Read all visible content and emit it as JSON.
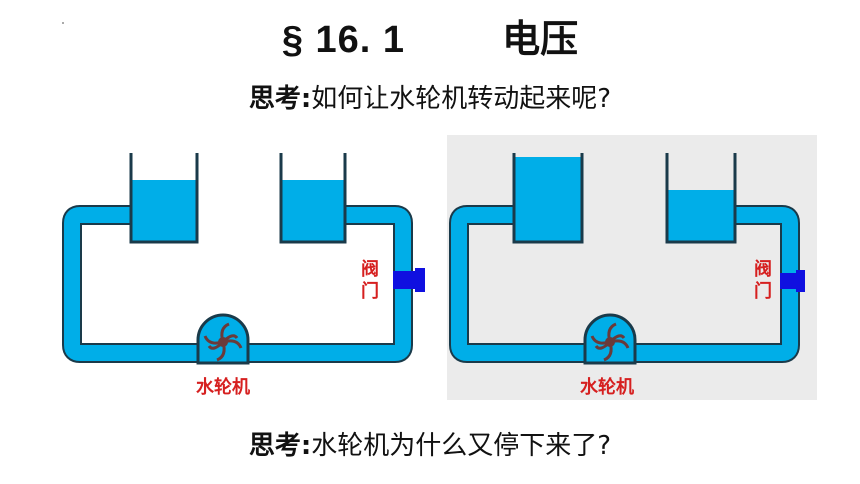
{
  "title": {
    "section": "§ 16. 1",
    "name": "电压"
  },
  "question1": {
    "label": "思考:",
    "text": "如何让水轮机转动起来呢?"
  },
  "question2": {
    "label": "思考:",
    "text": "水轮机为什么又停下来了?"
  },
  "diagram_left": {
    "valve_label": "阀\n门",
    "turbine_label": "水轮机"
  },
  "diagram_right": {
    "valve_label": "阀\n门",
    "turbine_label": "水轮机"
  },
  "colors": {
    "water": "#00aee8",
    "pipe_outline": "#1a3a4a",
    "valve": "#1010e0",
    "label": "#d62020",
    "turbine": "#6a3a3a"
  }
}
